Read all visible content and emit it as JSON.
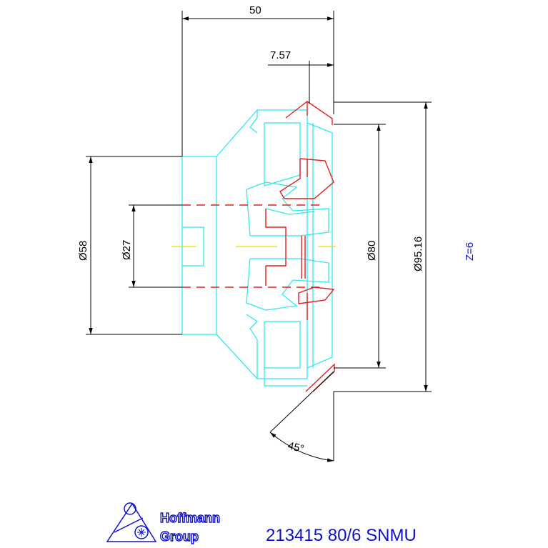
{
  "dimensions": {
    "width_overall": "50",
    "offset": "7.57",
    "dia_58": "Ø58",
    "dia_27": "Ø27",
    "dia_80": "Ø80",
    "dia_95": "Ø95.16",
    "angle": "45°"
  },
  "teeth_count": "Z=6",
  "brand": {
    "line1": "Hoffmann",
    "line2": "Group"
  },
  "product_code": "213415 80/6 SNMU",
  "colors": {
    "outline": "#2ee8f0",
    "cutting_edge": "#e02020",
    "centerline": "#e8e000",
    "dimension": "#000000",
    "label": "#1010c8"
  }
}
